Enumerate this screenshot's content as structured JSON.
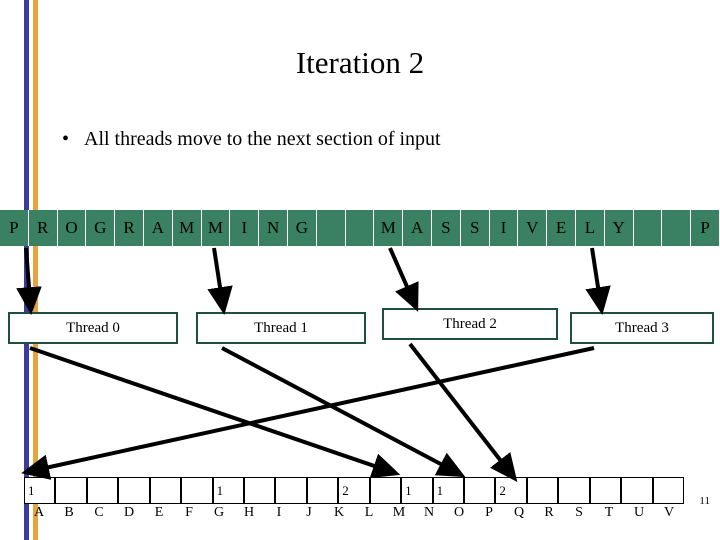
{
  "slide": {
    "title": "Iteration 2",
    "bullet": "All threads move to the next section of input",
    "bullet_marker": "•",
    "page_number": "11",
    "colors": {
      "band": "#3a8062",
      "bar_blue": "#3b3b9e",
      "bar_orange": "#e8a33d",
      "box_border": "#1f4f3f"
    }
  },
  "input_band": {
    "letters": [
      "P",
      "R",
      "O",
      "G",
      "R",
      "A",
      "M",
      "M",
      "I",
      "N",
      "G",
      "",
      "",
      "M",
      "A",
      "S",
      "S",
      "I",
      "V",
      "E",
      "L",
      "Y",
      "",
      "",
      "P"
    ]
  },
  "threads": [
    {
      "label": "Thread 0"
    },
    {
      "label": "Thread 1"
    },
    {
      "label": "Thread 2"
    },
    {
      "label": "Thread 3"
    }
  ],
  "counts_array": {
    "values": [
      "1",
      "",
      "",
      "",
      "",
      "",
      "1",
      "",
      "",
      "",
      "2",
      "",
      "1",
      "1",
      "",
      "2",
      "",
      "",
      "",
      "",
      ""
    ],
    "labels": [
      "A",
      "B",
      "C",
      "D",
      "E",
      "F",
      "G",
      "H",
      "I",
      "J",
      "K",
      "L",
      "M",
      "N",
      "O",
      "P",
      "Q",
      "R",
      "S",
      "T",
      "U",
      "V"
    ]
  }
}
